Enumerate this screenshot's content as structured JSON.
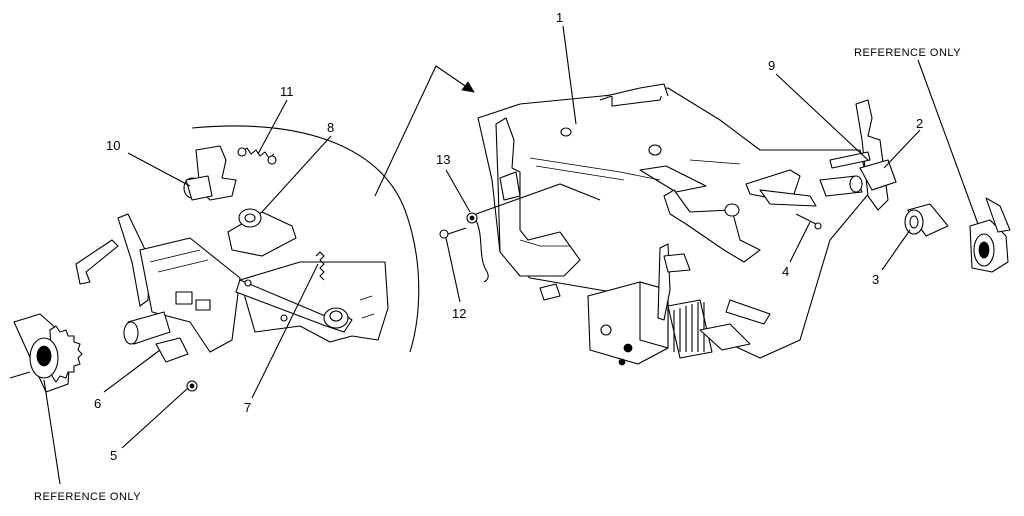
{
  "callouts": {
    "c1": "1",
    "c2": "2",
    "c3": "3",
    "c4": "4",
    "c5": "5",
    "c6": "6",
    "c7": "7",
    "c8": "8",
    "c9": "9",
    "c10": "10",
    "c11": "11",
    "c12": "12",
    "c13": "13"
  },
  "reference_notes": {
    "top_right": "REFERENCE ONLY",
    "bottom_left": "REFERENCE ONLY"
  },
  "colors": {
    "line": "#000000",
    "background": "#ffffff"
  }
}
